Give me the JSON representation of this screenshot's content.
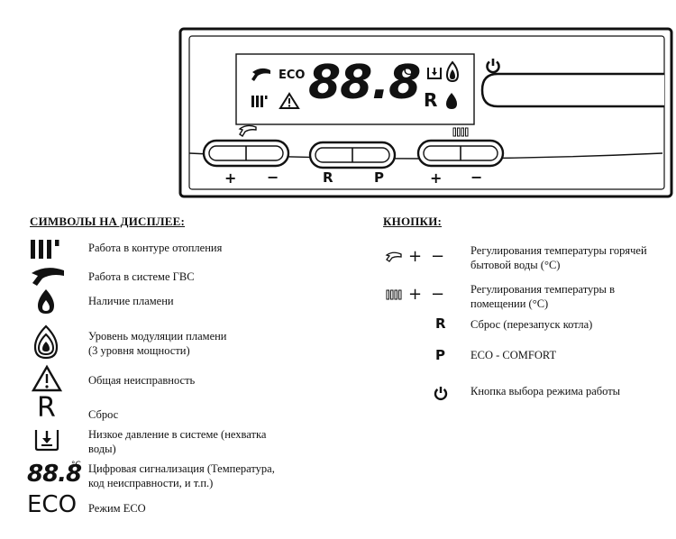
{
  "panel": {
    "display": {
      "eco_label": "ECO",
      "digits": "88.8",
      "unit": "°C",
      "reset_letter": "R"
    },
    "buttons": {
      "plus": "+",
      "minus": "−",
      "reset": "R",
      "p": "P"
    }
  },
  "symbols_section": {
    "title": "СИМВОЛЫ НА ДИСПЛЕЕ:",
    "items": [
      {
        "icon": "radiator-icon",
        "text": "Работа в контуре отопления"
      },
      {
        "icon": "tap-icon",
        "text": "Работа в системе ГВС"
      },
      {
        "icon": "flame-icon",
        "text": "Наличие пламени"
      },
      {
        "icon": "flame-levels-icon",
        "text": "Уровень модуляции пламени\n(3 уровня мощности)"
      },
      {
        "icon": "warning-icon",
        "text": "Общая неисправность"
      },
      {
        "icon": "reset-icon",
        "text": "Сброс",
        "glyph": "R"
      },
      {
        "icon": "low-pressure-icon",
        "text": "Низкое давление в системе (нехватка\nводы)"
      },
      {
        "icon": "digital-display-icon",
        "text": "Цифровая сигнализация (Температура,\nкод неисправности, и т.п.)",
        "glyph": "88.8",
        "unit": "°C"
      },
      {
        "icon": "eco-icon",
        "text": "Режим ECO",
        "glyph": "ECO"
      }
    ]
  },
  "buttons_section": {
    "title": "КНОПКИ:",
    "items": [
      {
        "icon": "tap-plus-minus-icon",
        "text": "Регулирования температуры горячей\nбытовой воды (°C)",
        "plus": "+",
        "minus": "−"
      },
      {
        "icon": "radiator-plus-minus-icon",
        "text": "Регулирования температуры в\nпомещении (°C)",
        "plus": "+",
        "minus": "−"
      },
      {
        "icon": "reset-icon",
        "text": "Сброс (перезапуск котла)",
        "glyph": "R"
      },
      {
        "icon": "p-icon",
        "text": "ECO - COMFORT",
        "glyph": "P"
      },
      {
        "icon": "power-icon",
        "text": "Кнопка выбора режима работы"
      }
    ]
  },
  "colors": {
    "ink": "#111111",
    "background": "#ffffff"
  }
}
